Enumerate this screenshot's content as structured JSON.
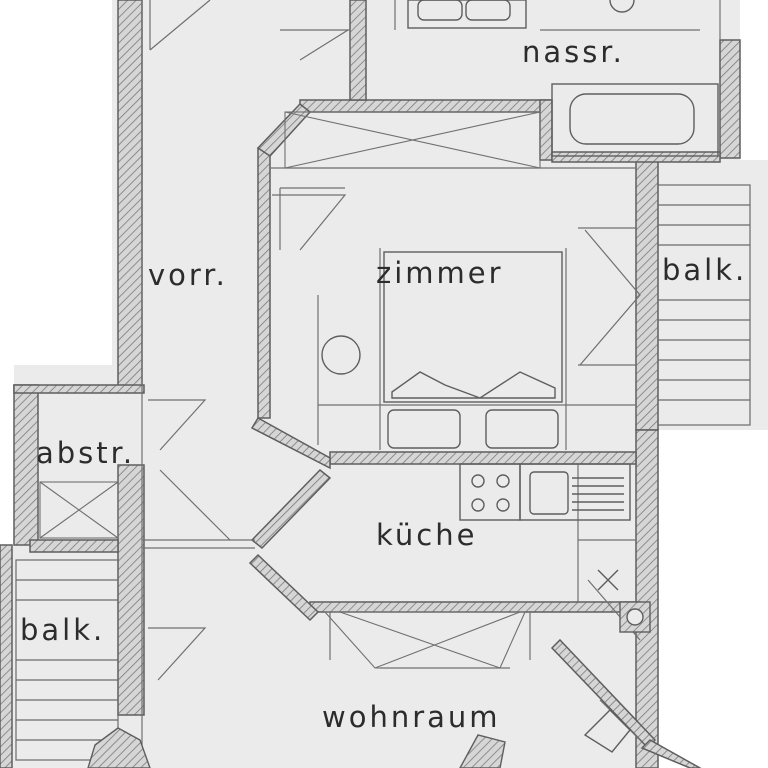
{
  "plan": {
    "colors": {
      "paper": "#ebebeb",
      "wall": "#5e5e5e",
      "hatch": "#8a8a8a",
      "line": "#707070",
      "text": "#2c2c2c"
    },
    "rooms": [
      {
        "id": "nassr",
        "label": "nassr."
      },
      {
        "id": "zimmer",
        "label": "zimmer"
      },
      {
        "id": "vorr",
        "label": "vorr."
      },
      {
        "id": "balk-right",
        "label": "balk."
      },
      {
        "id": "abstr",
        "label": "abstr."
      },
      {
        "id": "kueche",
        "label": "küche"
      },
      {
        "id": "balk-left",
        "label": "balk."
      },
      {
        "id": "wohnraum",
        "label": "wohnraum"
      }
    ]
  }
}
